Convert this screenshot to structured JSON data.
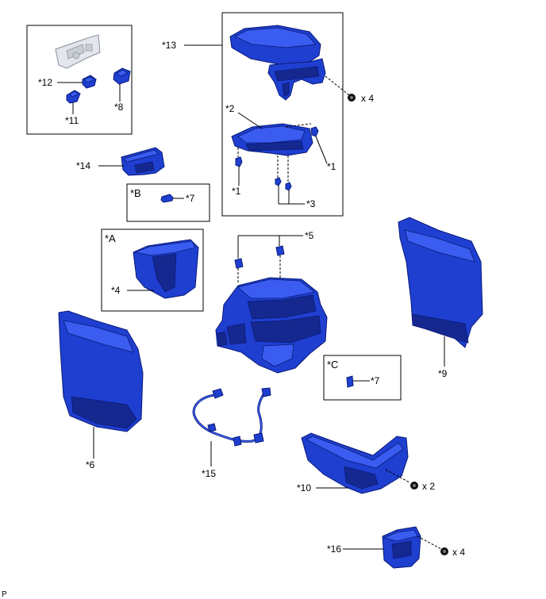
{
  "labels": {
    "l1a": "*1",
    "l1b": "*1",
    "l2": "*2",
    "l3": "*3",
    "l4": "*4",
    "l5": "*5",
    "l6": "*6",
    "l7b": "*7",
    "l7c": "*7",
    "l8": "*8",
    "l9": "*9",
    "l10": "*10",
    "l11": "*11",
    "l12": "*12",
    "l13": "*13",
    "l14": "*14",
    "l15": "*15",
    "l16": "*16"
  },
  "groups": {
    "A": "*A",
    "B": "*B",
    "C": "*C"
  },
  "qty": {
    "armrest_bolts": "x 4",
    "bracket_bolts": "x 4",
    "tray_bolts": "x 2"
  },
  "corner": "P",
  "colors": {
    "part": "#1f3fd0",
    "outline": "#0a1b78"
  }
}
